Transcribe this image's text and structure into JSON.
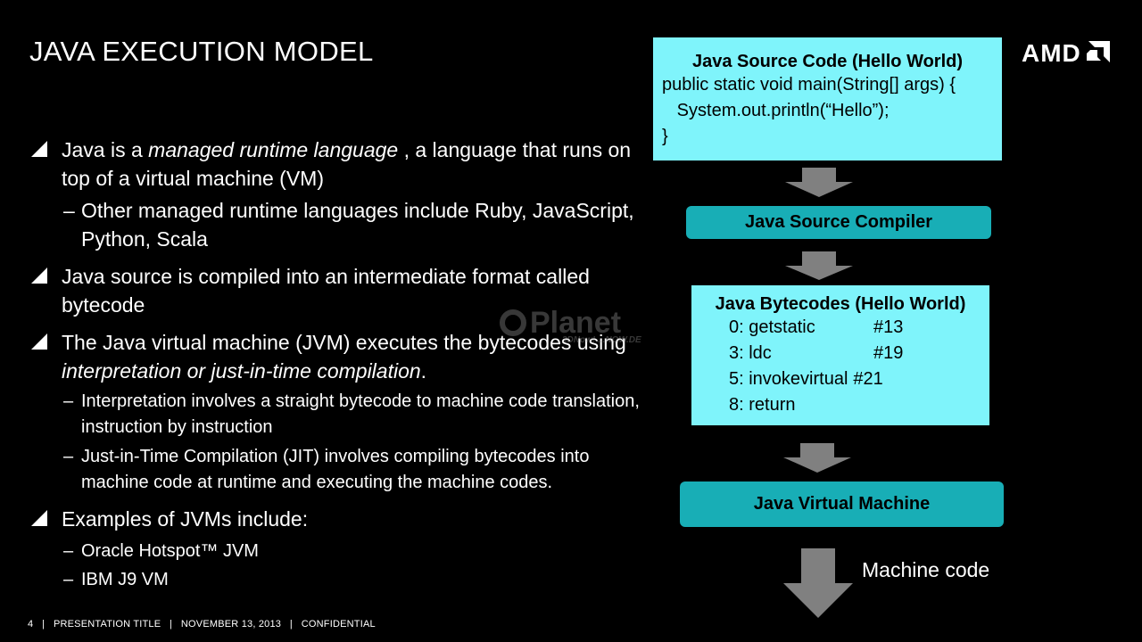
{
  "slide": {
    "title": "JAVA EXECUTION MODEL",
    "logo_text": "AMD"
  },
  "bullets": {
    "b1_pre": "Java is a ",
    "b1_em": "managed runtime language",
    "b1_post": " , a language that runs on top of a virtual machine (VM)",
    "b1_sub": "Other managed runtime languages include Ruby, JavaScript, Python, Scala",
    "b2": "Java source is compiled into an intermediate format called bytecode",
    "b3_pre": "The Java virtual machine (JVM) executes the bytecodes using ",
    "b3_em": "interpretation or just-in-time compilation",
    "b3_post": ".",
    "b3_sub1": "Interpretation  involves a straight  bytecode to machine  code translation, instruction by instruction",
    "b3_sub2": "Just-in-Time Compilation (JIT) involves compiling bytecodes into machine code at runtime and executing the machine codes.",
    "b4": "Examples of JVMs include:",
    "b4_sub1": "Oracle Hotspot™ JVM",
    "b4_sub2": "IBM J9 VM"
  },
  "watermark": {
    "text": "Planet",
    "sub": "3DNow! ...NOW.DE"
  },
  "diagram": {
    "source_title": "Java Source Code (Hello World)",
    "source_lines": [
      "public static void main(String[] args) {",
      "   System.out.println(“Hello”);",
      "}"
    ],
    "compiler": "Java Source Compiler",
    "bytecode_title": "Java Bytecodes (Hello World)",
    "bytecodes": [
      {
        "op": "0: getstatic",
        "arg": "#13"
      },
      {
        "op": "3: ldc",
        "arg": "#19"
      },
      {
        "op": "5: invokevirtual",
        "arg": "#21"
      },
      {
        "op": "8: return",
        "arg": ""
      }
    ],
    "vm": "Java Virtual Machine",
    "machine_code": "Machine code"
  },
  "footer": {
    "page": "4",
    "title": "PRESENTATION TITLE",
    "date": "NOVEMBER 13, 2013",
    "label": "CONFIDENTIAL"
  },
  "colors": {
    "light_box": "#7ff4fb",
    "teal_box": "#18aeb6",
    "arrow": "#808080"
  }
}
